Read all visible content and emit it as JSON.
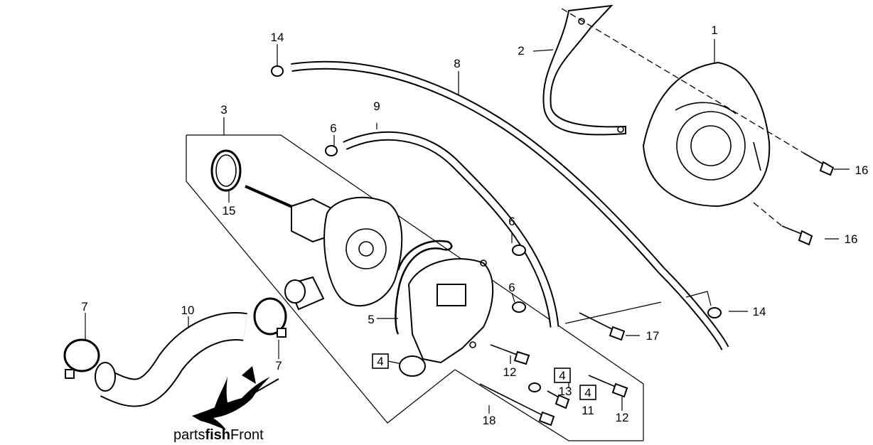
{
  "labels": {
    "p1": "1",
    "p2": "2",
    "p3": "3",
    "p4a": "4",
    "p4b": "4",
    "p4c": "4",
    "p5": "5",
    "p6a": "6",
    "p6b": "6",
    "p6c": "6",
    "p7a": "7",
    "p7b": "7",
    "p8": "8",
    "p9": "9",
    "p10": "10",
    "p11": "11",
    "p12a": "12",
    "p12b": "12",
    "p13": "13",
    "p14a": "14",
    "p14b": "14",
    "p15": "15",
    "p16a": "16",
    "p16b": "16",
    "p17": "17",
    "p18": "18"
  },
  "watermark": {
    "prefix": "parts",
    "bold": "fish",
    "suffix": "Front",
    "icon": "swordfish-logo"
  }
}
